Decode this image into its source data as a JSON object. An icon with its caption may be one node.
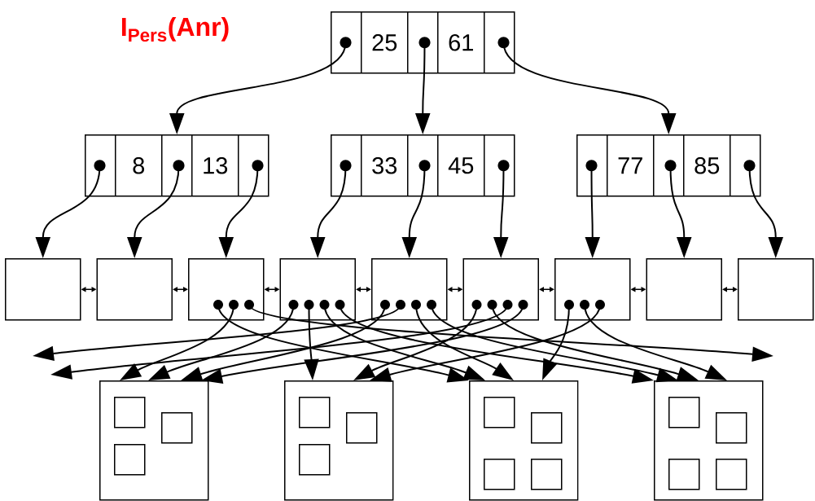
{
  "diagram": {
    "title": "I$_{Pers}$(Anr)",
    "nodes": [
      {
        "text": [
          "25",
          "61"
        ]
      },
      {
        "text": [
          "8",
          "13"
        ]
      },
      {
        "text": [
          "33",
          "45"
        ]
      },
      {
        "text": [
          "77",
          "85"
        ]
      },
      {
        "text": [],
        "shape": "box"
      },
      {
        "text": [],
        "shape": "box"
      },
      {
        "text": [],
        "shape": "box"
      },
      {
        "text": [],
        "shape": "box"
      },
      {
        "text": [],
        "shape": "box"
      },
      {
        "text": [],
        "shape": "box"
      },
      {
        "text": [],
        "shape": "box"
      },
      {
        "text": [],
        "shape": "box"
      },
      {
        "text": [],
        "shape": "box"
      },
      {
        "text": [],
        "shape": "box"
      },
      {
        "text": [],
        "shape": "box",
        "in": 13
      },
      {
        "text": [],
        "shape": "box",
        "in": 13
      },
      {
        "text": [],
        "shape": "box",
        "in": 13
      },
      {
        "text": [],
        "shape": "box"
      },
      {
        "text": [],
        "shape": "box",
        "in": 17
      },
      {
        "text": [],
        "shape": "box",
        "in": 17
      },
      {
        "text": [],
        "shape": "box",
        "in": 17
      },
      {
        "text": [],
        "shape": "box"
      },
      {
        "text": [],
        "shape": "box",
        "in": 21
      },
      {
        "text": [],
        "shape": "box",
        "in": 21
      },
      {
        "text": [],
        "shape": "box",
        "in": 21
      },
      {
        "text": [],
        "shape": "box",
        "in": 21
      },
      {
        "text": [],
        "shape": "box"
      },
      {
        "text": [],
        "shape": "box",
        "in": 26
      },
      {
        "text": [],
        "shape": "box",
        "in": 26
      },
      {
        "text": [],
        "shape": "box",
        "in": 26
      },
      {
        "text": [],
        "shape": "box",
        "in": 26
      }
    ],
    "edges": [
      {
        "from": 0,
        "to": 1,
        "arrow": "to"
      },
      {
        "from": 0,
        "to": 2,
        "arrow": "to"
      },
      {
        "from": 0,
        "to": 3,
        "arrow": "to"
      },
      {
        "from": 1,
        "to": 4,
        "arrow": "to"
      },
      {
        "from": 1,
        "to": 5,
        "arrow": "to"
      },
      {
        "from": 1,
        "to": 6,
        "arrow": "to"
      },
      {
        "from": 2,
        "to": 7,
        "arrow": "to"
      },
      {
        "from": 2,
        "to": 8,
        "arrow": "to"
      },
      {
        "from": 2,
        "to": 9,
        "arrow": "to"
      },
      {
        "from": 3,
        "to": 10,
        "arrow": "to"
      },
      {
        "from": 3,
        "to": 11,
        "arrow": "to"
      },
      {
        "from": 3,
        "to": 12,
        "arrow": "to"
      },
      {
        "from": 4,
        "to": 5,
        "arrow": "both"
      },
      {
        "from": 5,
        "to": 6,
        "arrow": "both"
      },
      {
        "from": 6,
        "to": 7,
        "arrow": "both"
      },
      {
        "from": 7,
        "to": 8,
        "arrow": "both"
      },
      {
        "from": 8,
        "to": 9,
        "arrow": "both"
      },
      {
        "from": 9,
        "to": 10,
        "arrow": "both"
      },
      {
        "from": 10,
        "to": 11,
        "arrow": "both"
      },
      {
        "from": 11,
        "to": 12,
        "arrow": "both"
      },
      {
        "from": 6,
        "to": 21,
        "arrow": "to"
      },
      {
        "from": 6,
        "to": 13,
        "arrow": "to"
      },
      {
        "from": 6,
        "to": null,
        "arrow": "to"
      },
      {
        "from": 7,
        "to": 13,
        "arrow": "to"
      },
      {
        "from": 7,
        "to": 17,
        "arrow": "to"
      },
      {
        "from": 7,
        "to": 21,
        "arrow": "to"
      },
      {
        "from": 7,
        "to": 26,
        "arrow": "to"
      },
      {
        "from": 8,
        "to": 13,
        "arrow": "to"
      },
      {
        "from": 8,
        "to": null,
        "arrow": "to"
      },
      {
        "from": 8,
        "to": 21,
        "arrow": "to"
      },
      {
        "from": 8,
        "to": 26,
        "arrow": "to"
      },
      {
        "from": 9,
        "to": 17,
        "arrow": "to"
      },
      {
        "from": 9,
        "to": 26,
        "arrow": "to"
      },
      {
        "from": 9,
        "to": null,
        "arrow": "to"
      },
      {
        "from": 9,
        "to": 13,
        "arrow": "to"
      },
      {
        "from": 10,
        "to": 21,
        "arrow": "to"
      },
      {
        "from": 10,
        "to": 26,
        "arrow": "to"
      },
      {
        "from": 10,
        "to": 17,
        "arrow": "to"
      }
    ]
  }
}
